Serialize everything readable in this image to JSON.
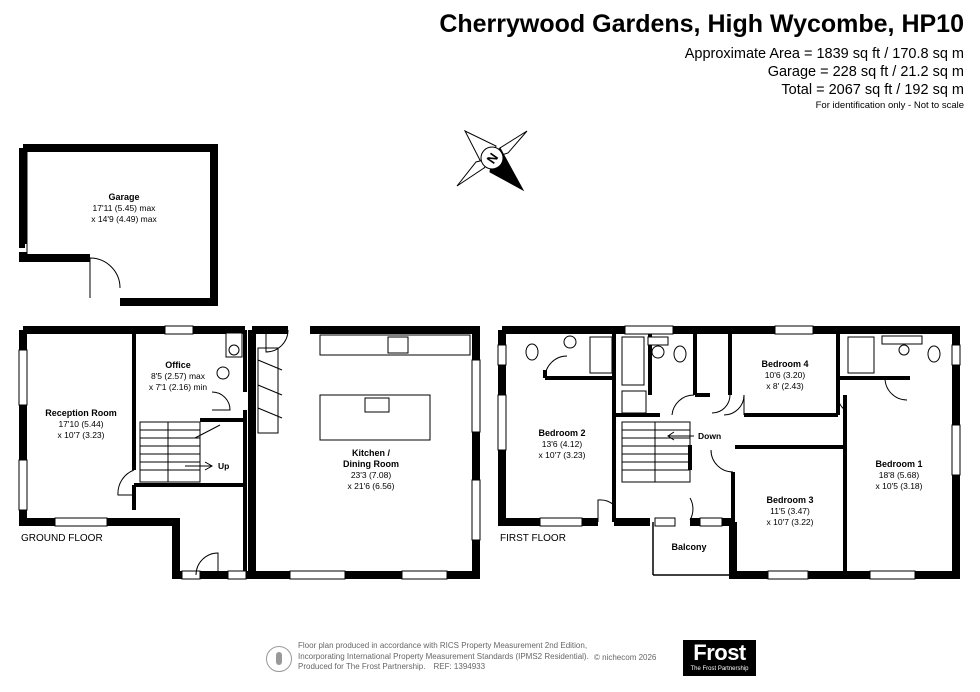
{
  "header": {
    "title": "Cherrywood Gardens, High Wycombe, HP10",
    "area_lines": [
      "Approximate Area = 1839 sq ft / 170.8 sq m",
      "Garage = 228 sq ft / 21.2 sq m",
      "Total = 2067 sq ft / 192 sq m"
    ],
    "note": "For identification only - Not to scale"
  },
  "compass": {
    "letter": "N",
    "icon": "compass-icon"
  },
  "floors": {
    "ground": "GROUND FLOOR",
    "first": "FIRST FLOOR"
  },
  "rooms": {
    "garage": {
      "name": "Garage",
      "dims": [
        "17'11 (5.45) max",
        "x 14'9 (4.49) max"
      ]
    },
    "reception": {
      "name": "Reception Room",
      "dims": [
        "17'10 (5.44)",
        "x 10'7 (3.23)"
      ]
    },
    "office": {
      "name": "Office",
      "dims": [
        "8'5 (2.57) max",
        "x 7'1 (2.16) min"
      ]
    },
    "kitchen": {
      "name": "Kitchen /",
      "name2": "Dining Room",
      "dims": [
        "23'3 (7.08)",
        "x 21'6 (6.56)"
      ]
    },
    "bedroom2": {
      "name": "Bedroom 2",
      "dims": [
        "13'6 (4.12)",
        "x 10'7 (3.23)"
      ]
    },
    "bedroom4": {
      "name": "Bedroom 4",
      "dims": [
        "10'6 (3.20)",
        "x 8' (2.43)"
      ]
    },
    "bedroom1": {
      "name": "Bedroom 1",
      "dims": [
        "18'8 (5.68)",
        "x 10'5 (3.18)"
      ]
    },
    "bedroom3": {
      "name": "Bedroom 3",
      "dims": [
        "11'5 (3.47)",
        "x 10'7 (3.22)"
      ]
    },
    "balcony": {
      "name": "Balcony"
    }
  },
  "stairs": {
    "up": "Up",
    "down": "Down"
  },
  "footer": {
    "lines": [
      "Floor plan produced in accordance with RICS Property Measurement 2nd Edition,",
      "Incorporating International Property Measurement Standards (IPMS2 Residential).",
      "Produced for The Frost Partnership."
    ],
    "ref": "REF:  1394933",
    "copyright": "© nichecom 2026",
    "logo_text": "Frost",
    "logo_tagline": "The Frost Partnership"
  }
}
